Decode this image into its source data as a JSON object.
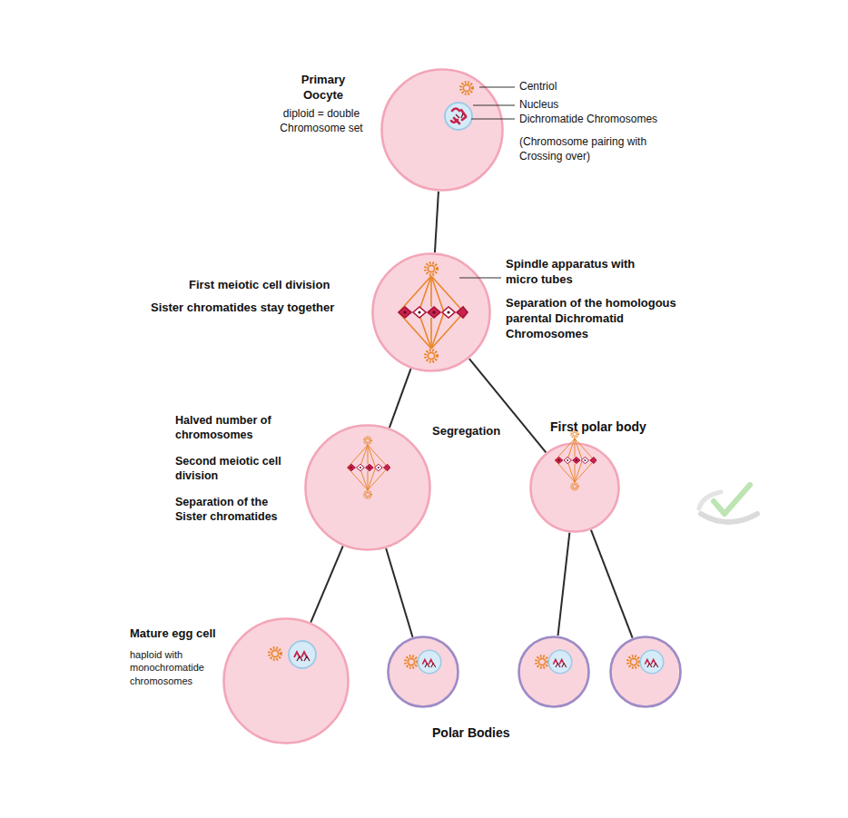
{
  "diagram": {
    "nodes": [
      {
        "text": [
          "Primary Oocyte",
          "diploid = double Chromosome set"
        ]
      },
      {
        "text": [
          "First meiotic cell division",
          "Sister chromatides stay together"
        ]
      },
      {
        "text": [
          "Halved number of chromosomes",
          "Second meiotic cell division",
          "Separation of the Sister chromatides"
        ]
      },
      {
        "text": [
          "First polar body"
        ]
      },
      {
        "text": [
          "Mature egg cell",
          "haploid with monochromatide chromosomes"
        ]
      },
      {
        "text": []
      },
      {
        "text": []
      },
      {
        "text": []
      }
    ],
    "edges": [
      {
        "from": 0,
        "to": 1,
        "arrow": "none"
      },
      {
        "from": 1,
        "to": 2,
        "arrow": "none"
      },
      {
        "from": 1,
        "to": 3,
        "arrow": "none"
      },
      {
        "from": 2,
        "to": 4,
        "arrow": "none"
      },
      {
        "from": 2,
        "to": 5,
        "arrow": "none"
      },
      {
        "from": 3,
        "to": 6,
        "arrow": "none"
      },
      {
        "from": 3,
        "to": 7,
        "arrow": "none"
      }
    ],
    "labels": [
      "Centriol",
      "Nucleus",
      "Dichromatide Chromosomes",
      "(Chromosome pairing with Crossing over)",
      "Spindle apparatus with micro tubes",
      "Separation of the homologous parental Dichromatid Chromosomes",
      "Segregation",
      "Polar Bodies"
    ]
  }
}
